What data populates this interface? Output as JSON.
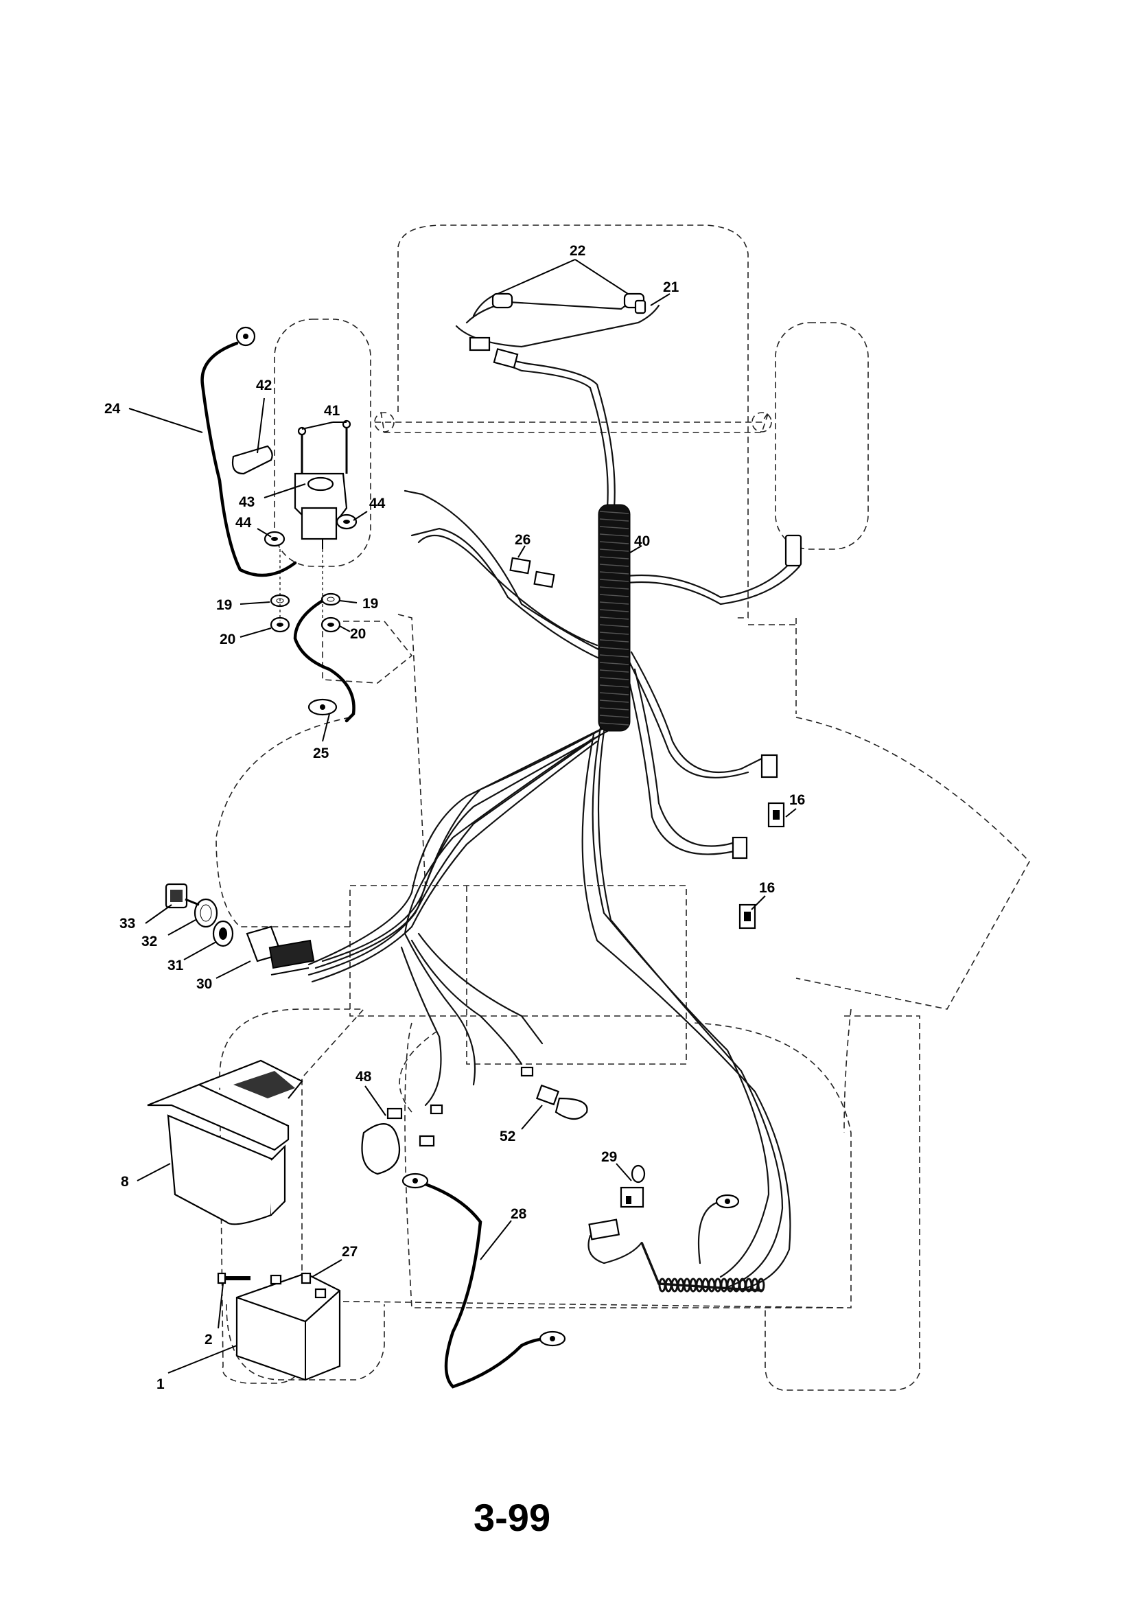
{
  "callouts": [
    {
      "id": "c1",
      "text": "1"
    },
    {
      "id": "c2",
      "text": "2"
    },
    {
      "id": "c8",
      "text": "8"
    },
    {
      "id": "c16a",
      "text": "16"
    },
    {
      "id": "c16b",
      "text": "16"
    },
    {
      "id": "c19a",
      "text": "19"
    },
    {
      "id": "c19b",
      "text": "19"
    },
    {
      "id": "c20a",
      "text": "20"
    },
    {
      "id": "c20b",
      "text": "20"
    },
    {
      "id": "c21",
      "text": "21"
    },
    {
      "id": "c22",
      "text": "22"
    },
    {
      "id": "c24",
      "text": "24"
    },
    {
      "id": "c25",
      "text": "25"
    },
    {
      "id": "c26",
      "text": "26"
    },
    {
      "id": "c27",
      "text": "27"
    },
    {
      "id": "c28",
      "text": "28"
    },
    {
      "id": "c29",
      "text": "29"
    },
    {
      "id": "c30",
      "text": "30"
    },
    {
      "id": "c31",
      "text": "31"
    },
    {
      "id": "c32",
      "text": "32"
    },
    {
      "id": "c33",
      "text": "33"
    },
    {
      "id": "c40",
      "text": "40"
    },
    {
      "id": "c41",
      "text": "41"
    },
    {
      "id": "c42",
      "text": "42"
    },
    {
      "id": "c43",
      "text": "43"
    },
    {
      "id": "c44a",
      "text": "44"
    },
    {
      "id": "c44b",
      "text": "44"
    },
    {
      "id": "c48",
      "text": "48"
    },
    {
      "id": "c52",
      "text": "52"
    }
  ],
  "page_number": "3-99"
}
